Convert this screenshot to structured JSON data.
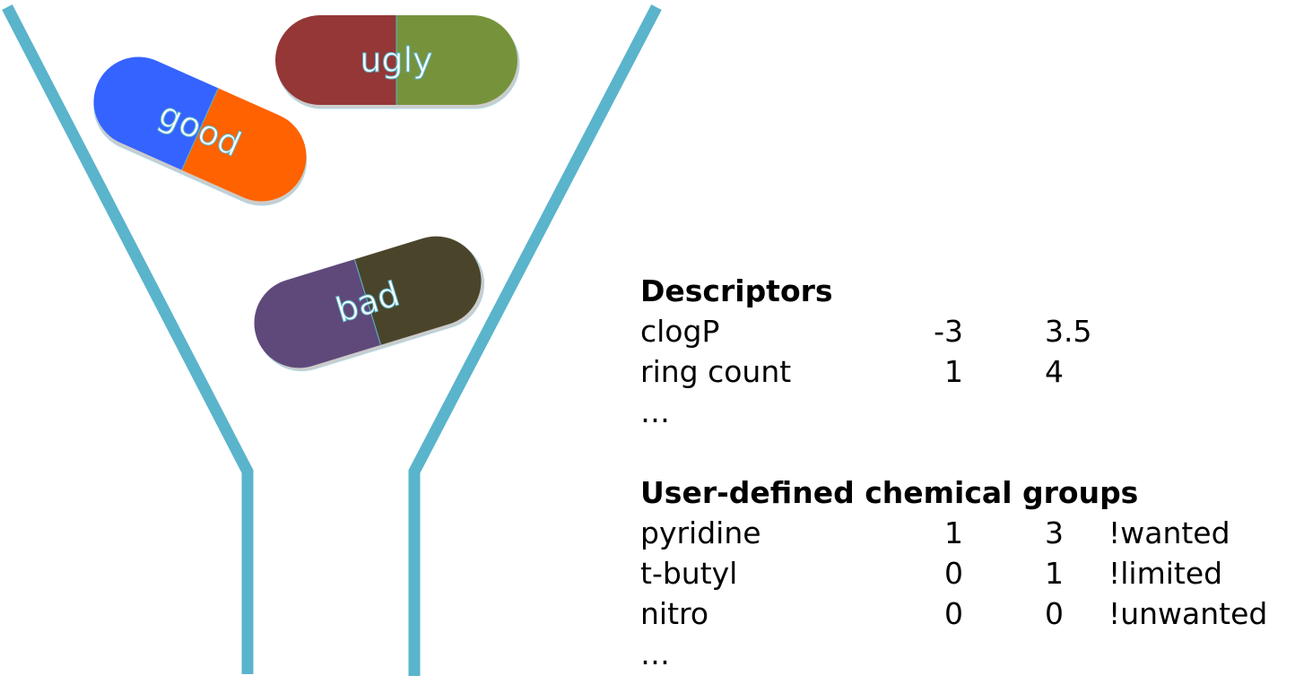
{
  "pills": {
    "good": {
      "label": "good",
      "left_color": "#3563ff",
      "right_color": "#ff6200"
    },
    "ugly": {
      "label": "ugly",
      "left_color": "#943736",
      "right_color": "#76933c"
    },
    "bad": {
      "label": "bad",
      "left_color": "#5f497a",
      "right_color": "#4a452a"
    }
  },
  "funnel_color": "#5ab4cb",
  "descriptors": {
    "heading": "Descriptors",
    "rows": [
      {
        "name": "clogP",
        "min": "-3",
        "max": "3.5"
      },
      {
        "name": "ring count",
        "min": "1",
        "max": "4"
      }
    ],
    "ellipsis": "…"
  },
  "groups": {
    "heading": "User-defined chemical groups",
    "rows": [
      {
        "name": "pyridine",
        "min": "1",
        "max": "3",
        "flag": "!wanted"
      },
      {
        "name": "t-butyl",
        "min": "0",
        "max": "1",
        "flag": "!limited"
      },
      {
        "name": "nitro",
        "min": "0",
        "max": "0",
        "flag": "!unwanted"
      }
    ],
    "ellipsis": "…"
  }
}
